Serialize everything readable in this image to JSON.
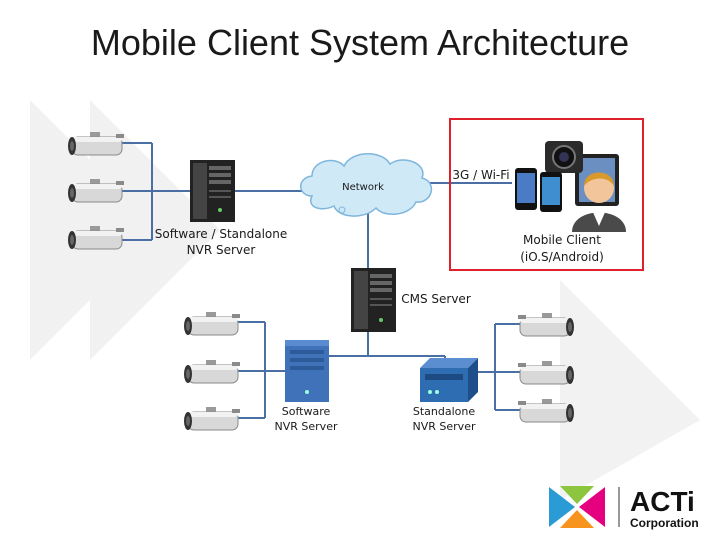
{
  "title": "Mobile Client System Architecture",
  "labels": {
    "network": "Network",
    "wireless": "3G / Wi-Fi",
    "sw_standalone_nvr_1": "Software / Standalone",
    "sw_standalone_nvr_2": "NVR Server",
    "mobile_client_1": "Mobile Client",
    "mobile_client_2": "(iO.S/Android)",
    "cms_server": "CMS Server",
    "software_nvr_1": "Software",
    "software_nvr_2": "NVR Server",
    "standalone_nvr_1": "Standalone",
    "standalone_nvr_2": "NVR Server"
  },
  "logo": {
    "brand": "ACTi",
    "subtitle": "Corporation"
  },
  "colors": {
    "line": "#4a6fa5",
    "highlight_box": "#e0202a",
    "cloud_fill": "#cfe9f7",
    "cloud_stroke": "#7fb6dc",
    "server_dark": "#222222",
    "server_blue": "#3f72b8",
    "nvr_box": "#2f6db3"
  }
}
